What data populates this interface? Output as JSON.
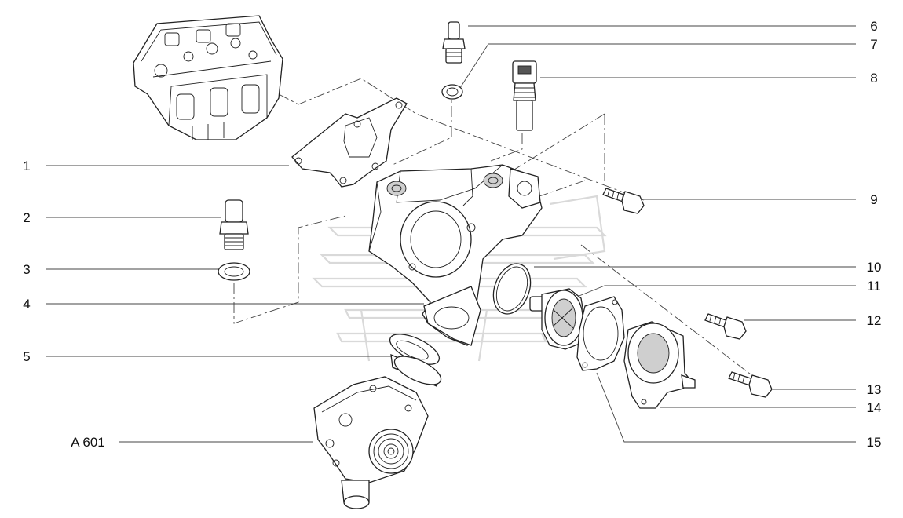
{
  "callouts": {
    "c1": "1",
    "c2": "2",
    "c3": "3",
    "c4": "4",
    "c5": "5",
    "c6": "6",
    "c7": "7",
    "c8": "8",
    "c9": "9",
    "c10": "10",
    "c11": "11",
    "c12": "12",
    "c13": "13",
    "c14": "14",
    "c15": "15",
    "a601": "A 601"
  }
}
